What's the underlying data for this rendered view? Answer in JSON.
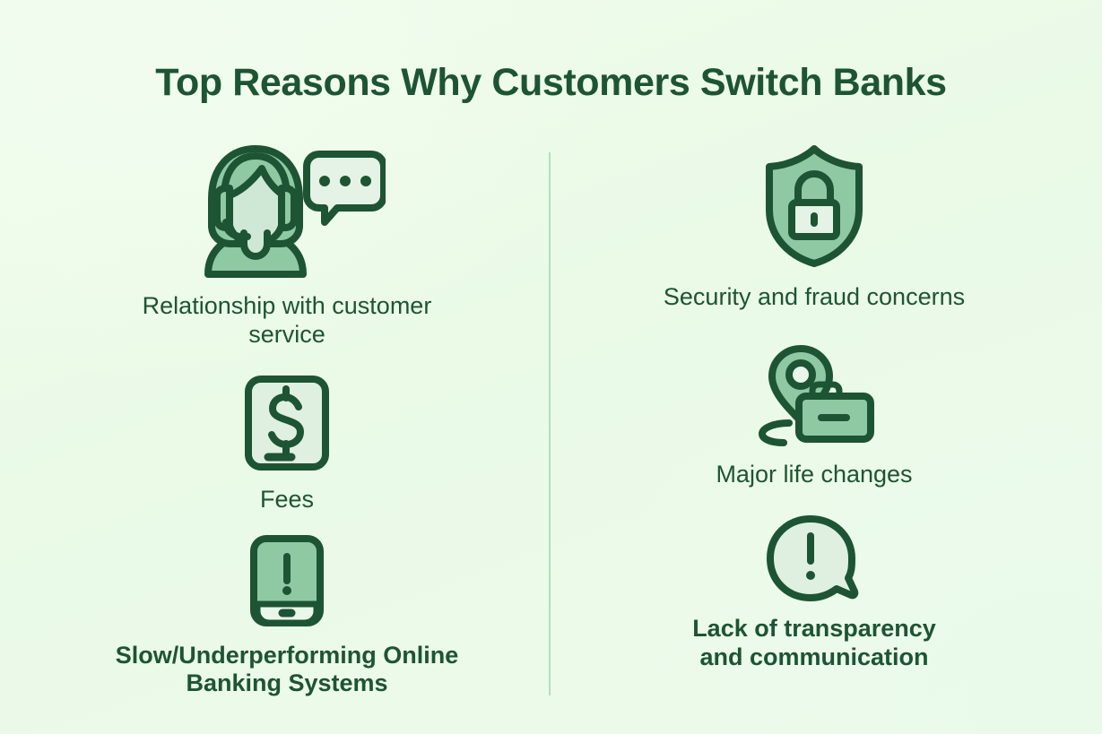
{
  "header": {
    "title": "Top Reasons Why Customers Switch Banks"
  },
  "colors": {
    "background": "#eefaea",
    "dark_green": "#1d5434",
    "mid_green": "#8fc9a4",
    "light_green": "#d6ecd9",
    "divider": "#b6ddbf"
  },
  "divider": {
    "name": "vertical-divider"
  },
  "columns": {
    "left": {
      "items": [
        {
          "icon": "customer-service-agent-icon",
          "label_line1": "Relationship with customer",
          "label_line2": "service",
          "weight": "regular"
        },
        {
          "icon": "dollar-banknote-icon",
          "label_line1": "Fees",
          "label_line2": "",
          "weight": "regular"
        },
        {
          "icon": "smartphone-alert-icon",
          "label_line1": "Slow/Underperforming Online",
          "label_line2": "Banking Systems",
          "weight": "bold"
        }
      ]
    },
    "right": {
      "items": [
        {
          "icon": "shield-lock-icon",
          "label_line1": "Security and fraud concerns",
          "label_line2": "",
          "weight": "regular"
        },
        {
          "icon": "map-pin-briefcase-icon",
          "label_line1": "Major life changes",
          "label_line2": "",
          "weight": "regular"
        },
        {
          "icon": "speech-bubble-alert-icon",
          "label_line1": "Lack of transparency",
          "label_line2": "and communication",
          "weight": "bold"
        }
      ]
    }
  }
}
